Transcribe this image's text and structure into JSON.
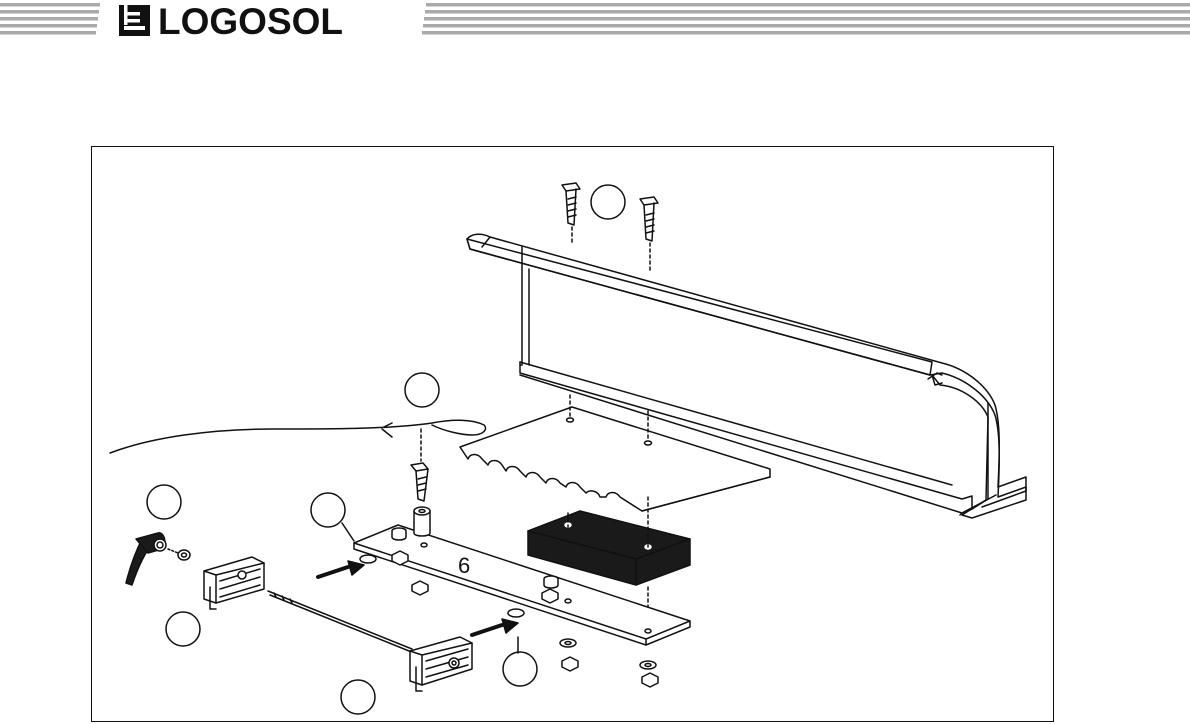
{
  "header": {
    "brand": "LOGOSOL",
    "logo_icon": "logosol-mark-icon",
    "colors": {
      "stripe": "#aaaaaa",
      "ink": "#111111",
      "plate": "#1a1a1a"
    }
  },
  "diagram": {
    "part_labels": [
      {
        "text": "6"
      }
    ],
    "callout_circles": 7
  }
}
